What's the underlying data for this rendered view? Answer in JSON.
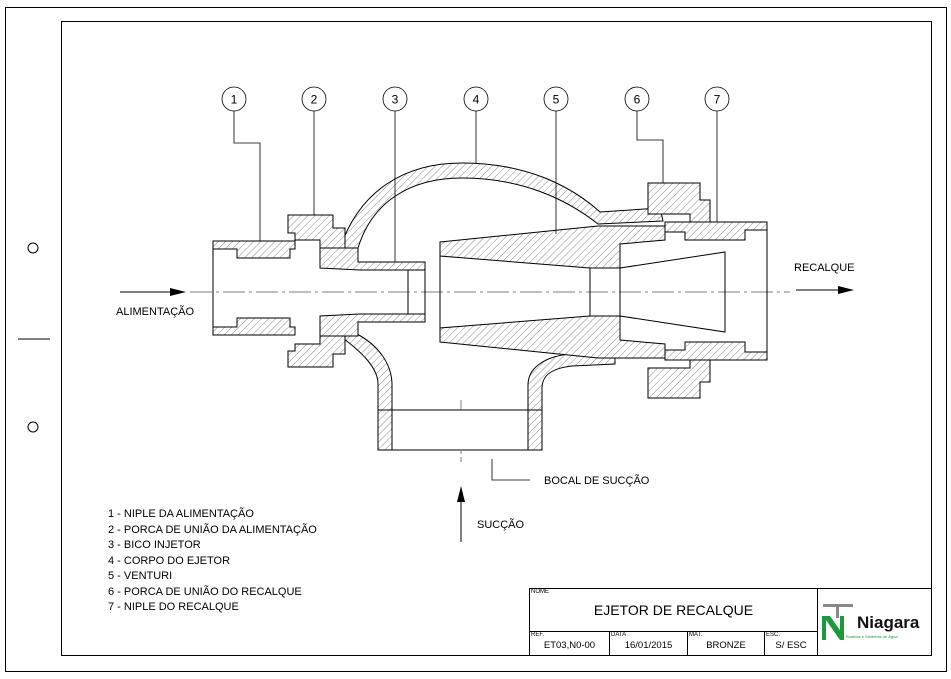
{
  "drawing": {
    "callouts": [
      "1",
      "2",
      "3",
      "4",
      "5",
      "6",
      "7"
    ],
    "flow_labels": {
      "inlet": "ALIMENTAÇÃO",
      "outlet": "RECALQUE",
      "suction": "SUCÇÃO",
      "suction_nozzle": "BOCAL DE SUCÇÃO"
    },
    "legend": [
      "1 - NIPLE DA ALIMENTAÇÃO",
      "2 - PORCA DE UNIÃO DA ALIMENTAÇÃO",
      "3 - BICO INJETOR",
      "4 - CORPO DO EJETOR",
      "5 - VENTURI",
      "6 - PORCA DE UNIÃO DO RECALQUE",
      "7 - NIPLE DO RECALQUE"
    ]
  },
  "title_block": {
    "name_caption": "NOME",
    "title": "EJETOR DE RECALQUE",
    "ref_caption": "REF.",
    "ref": "ET03,N0-00",
    "date_caption": "DATA",
    "date": "16/01/2015",
    "mat_caption": "MAT.",
    "material": "BRONZE",
    "scale_caption": "ESC.",
    "scale": "S/ ESC",
    "brand": "Niagara",
    "brand_tagline": "Bombas e Sistemas de Água",
    "brand_color": "#1a9a3c"
  }
}
